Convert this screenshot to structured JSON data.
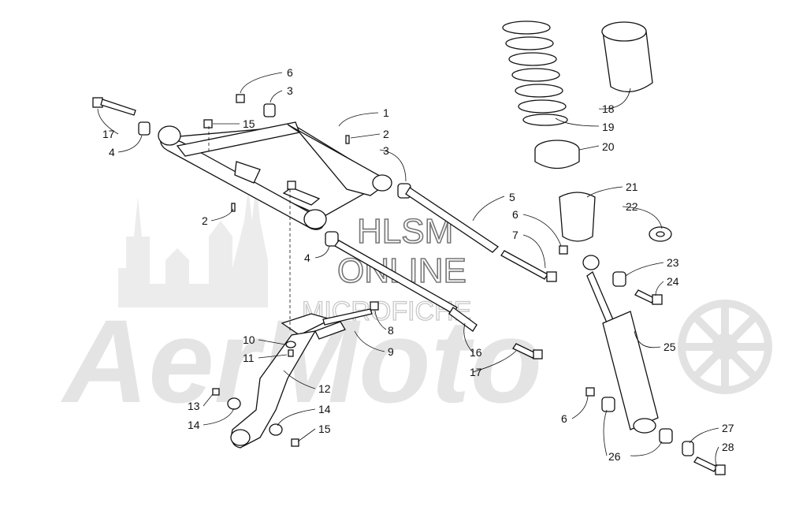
{
  "watermark": {
    "brand": "AerMoto",
    "site_line1": "HLSM",
    "site_line2": "ONLINE",
    "site_line3": "MICROFICHE"
  },
  "callouts": [
    {
      "id": "c6a",
      "label": "6"
    },
    {
      "id": "c3a",
      "label": "3"
    },
    {
      "id": "c1",
      "label": "1"
    },
    {
      "id": "c15a",
      "label": "15"
    },
    {
      "id": "c2a",
      "label": "2"
    },
    {
      "id": "c17a",
      "label": "17"
    },
    {
      "id": "c4a",
      "label": "4"
    },
    {
      "id": "c3b",
      "label": "3"
    },
    {
      "id": "c2b",
      "label": "2"
    },
    {
      "id": "c5",
      "label": "5"
    },
    {
      "id": "c6b",
      "label": "6"
    },
    {
      "id": "c7",
      "label": "7"
    },
    {
      "id": "c4b",
      "label": "4"
    },
    {
      "id": "c8",
      "label": "8"
    },
    {
      "id": "c9",
      "label": "9"
    },
    {
      "id": "c10",
      "label": "10"
    },
    {
      "id": "c11",
      "label": "11"
    },
    {
      "id": "c16",
      "label": "16"
    },
    {
      "id": "c17b",
      "label": "17"
    },
    {
      "id": "c12",
      "label": "12"
    },
    {
      "id": "c13",
      "label": "13"
    },
    {
      "id": "c14a",
      "label": "14"
    },
    {
      "id": "c14b",
      "label": "14"
    },
    {
      "id": "c15b",
      "label": "15"
    },
    {
      "id": "c18",
      "label": "18"
    },
    {
      "id": "c19",
      "label": "19"
    },
    {
      "id": "c20",
      "label": "20"
    },
    {
      "id": "c21",
      "label": "21"
    },
    {
      "id": "c22",
      "label": "22"
    },
    {
      "id": "c23",
      "label": "23"
    },
    {
      "id": "c24",
      "label": "24"
    },
    {
      "id": "c25",
      "label": "25"
    },
    {
      "id": "c6c",
      "label": "6"
    },
    {
      "id": "c26",
      "label": "26"
    },
    {
      "id": "c27",
      "label": "27"
    },
    {
      "id": "c28",
      "label": "28"
    }
  ]
}
